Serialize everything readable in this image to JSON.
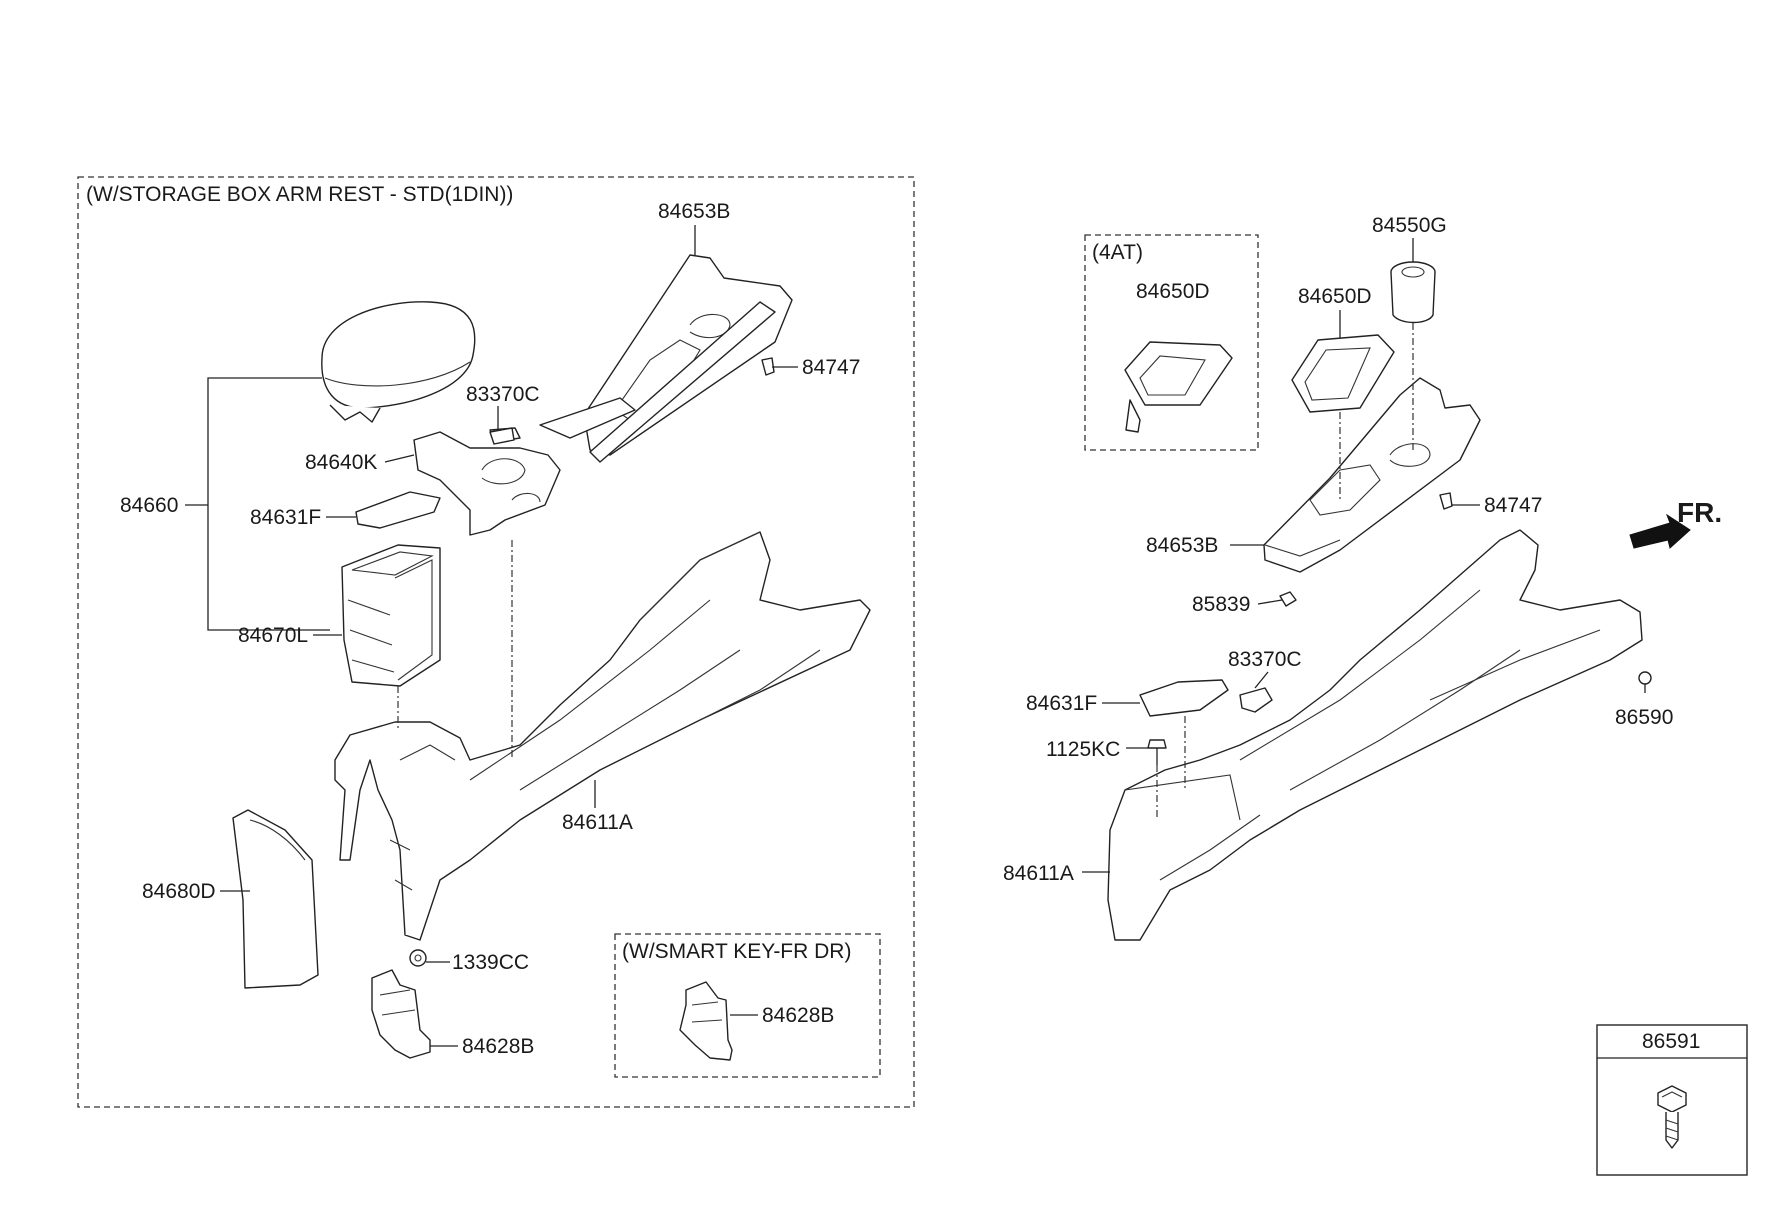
{
  "notes": {
    "storage_box": "(W/STORAGE BOX ARM REST - STD(1DIN))",
    "at": "(4AT)",
    "smart_key": "(W/SMART KEY-FR DR)"
  },
  "direction": "FR.",
  "labels": {
    "p84653B_a": "84653B",
    "p84747_a": "84747",
    "p83370C_a": "83370C",
    "p84640K": "84640K",
    "p84660": "84660",
    "p84631F_a": "84631F",
    "p84670L": "84670L",
    "p84611A_a": "84611A",
    "p84680D": "84680D",
    "p1339CC": "1339CC",
    "p84628B_a": "84628B",
    "p84628B_b": "84628B",
    "p84650D_a": "84650D",
    "p84550G": "84550G",
    "p84650D_b": "84650D",
    "p84747_b": "84747",
    "p84653B_b": "84653B",
    "p85839": "85839",
    "p83370C_b": "83370C",
    "p84631F_b": "84631F",
    "p1125KC": "1125KC",
    "p86590": "86590",
    "p84611A_b": "84611A",
    "p86591": "86591"
  },
  "icons": [
    "direction-arrow-icon",
    "bolt-icon"
  ]
}
